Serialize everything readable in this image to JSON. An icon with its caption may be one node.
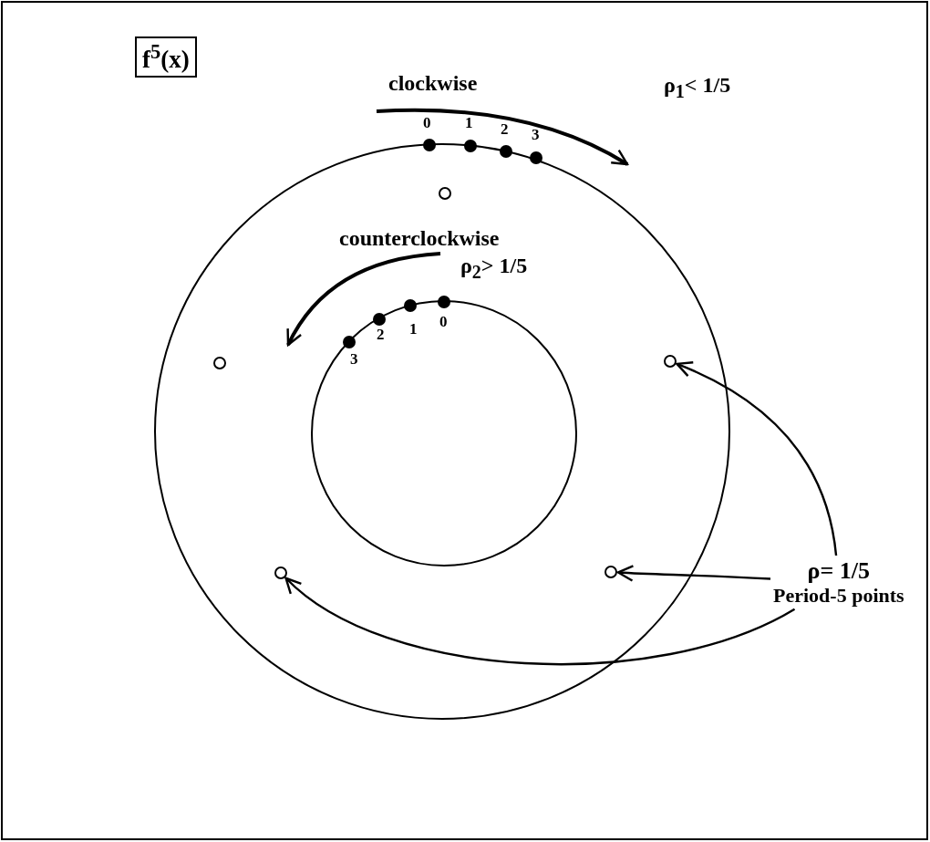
{
  "diagram": {
    "nodes": [
      {
        "text": [
          "f$^{5}$(x)"
        ]
      },
      {
        "text": [],
        "shape": "circle"
      },
      {
        "text": [],
        "shape": "circle"
      },
      {
        "text": [],
        "shape": "circle"
      },
      {
        "text": [],
        "shape": "circle"
      },
      {
        "text": [],
        "shape": "circle"
      },
      {
        "text": [
          "ρ= 1/5",
          "Period-5 points"
        ]
      }
    ],
    "edges": [
      {
        "from": 6,
        "to": 3,
        "arrow": "to"
      },
      {
        "from": 6,
        "to": 5,
        "arrow": "to"
      },
      {
        "from": 6,
        "to": 4,
        "arrow": "to"
      }
    ],
    "labels": [
      "clockwise",
      "ρ$_{1}$< 1/5",
      "0",
      "1",
      "2",
      "3",
      "counterclockwise",
      "ρ$_{2}$> 1/5",
      "2",
      "1",
      "0",
      "3"
    ]
  }
}
